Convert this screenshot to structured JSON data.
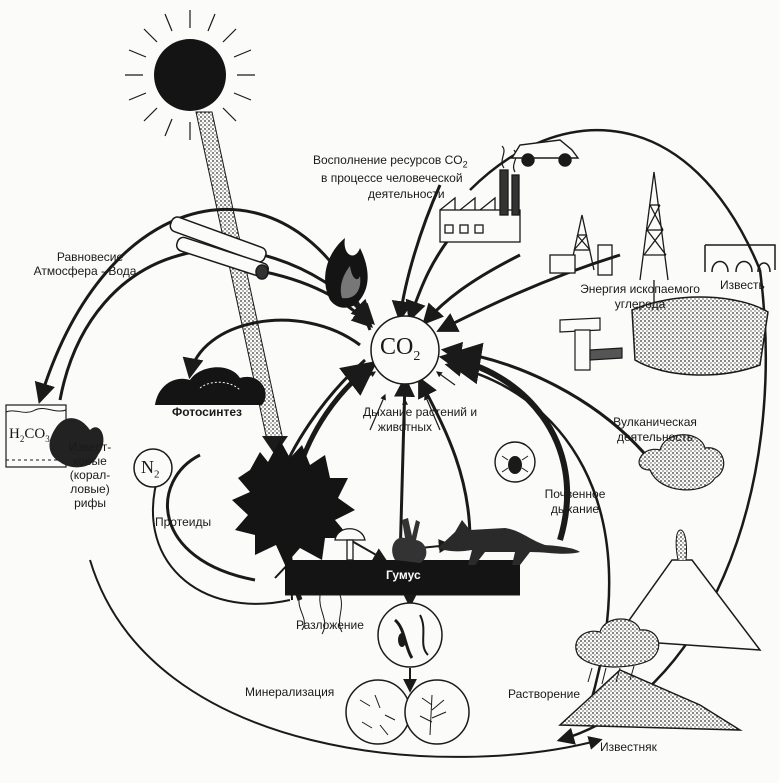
{
  "labels": {
    "resources_line1": "Восполнение ресурсов CO",
    "resources_sub": "2",
    "resources_line2": "в процессе  человеческой",
    "resources_line3": "деятельности",
    "balance_line1": "Равновесие",
    "balance_line2": "Атмосфера - Вода",
    "fossil_line1": "Энергия ископаемого",
    "fossil_line2": "углерода",
    "lime": "Известь",
    "photosynthesis": "Фотосинтез",
    "breathing_line1": "Дыхание растений и",
    "breathing_line2": "животных",
    "volcanic_line1": "Вулканическая",
    "volcanic_line2": "деятельность",
    "reef_line1": "Извест-",
    "reef_line2": "ковые",
    "reef_line3": "(корал-",
    "reef_line4": "ловые)",
    "reef_line5": "рифы",
    "proteids": "Протеиды",
    "soil_line1": "Почвенное",
    "soil_line2": "дыхание",
    "humus": "Гумус",
    "decomposition": "Разложение",
    "mineralization": "Минерализация",
    "dissolution": "Растворение",
    "limestone": "Известняк"
  },
  "formulas": {
    "co2_main": "CO",
    "co2_sub": "2",
    "h2co3_h": "H",
    "h2co3_2": "2",
    "h2co3_co": "CO",
    "h2co3_3": "3",
    "n2_main": "N",
    "n2_sub": "2"
  },
  "colors": {
    "ink": "#1a1a1a",
    "paper": "#fbfbf9"
  }
}
